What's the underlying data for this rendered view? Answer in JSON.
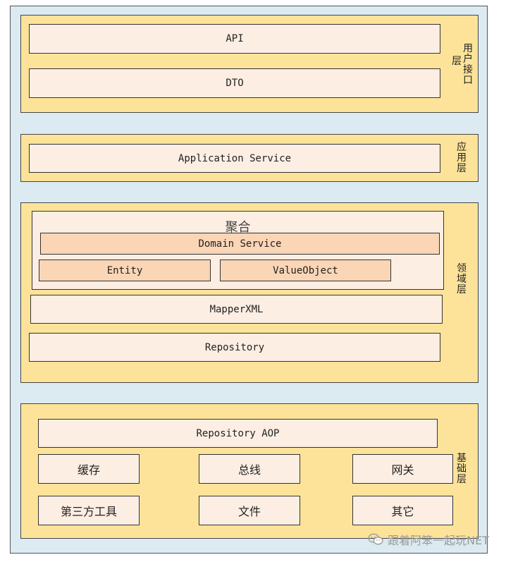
{
  "layers": {
    "user_interface": {
      "label_a": "用户接口",
      "label_b": "层",
      "api": "API",
      "dto": "DTO"
    },
    "application": {
      "label": "应用层",
      "service": "Application Service"
    },
    "domain": {
      "label": "领域层",
      "aggregate_title": "聚合",
      "domain_service": "Domain Service",
      "entity": "Entity",
      "value_object": "ValueObject",
      "mapper_xml": "MapperXML",
      "repository": "Repository"
    },
    "infrastructure": {
      "label": "基础层",
      "repository_aop": "Repository AOP",
      "cache": "缓存",
      "bus": "总线",
      "gateway": "网关",
      "third_party_tools": "第三方工具",
      "file": "文件",
      "other": "其它"
    }
  },
  "watermark": {
    "icon": "wechat-icon",
    "text": "跟着阿笨一起玩NET"
  },
  "colors": {
    "background": "#dcebf1",
    "layer": "#fde399",
    "box": "#fdeee3",
    "box_dark": "#fad5b6"
  }
}
